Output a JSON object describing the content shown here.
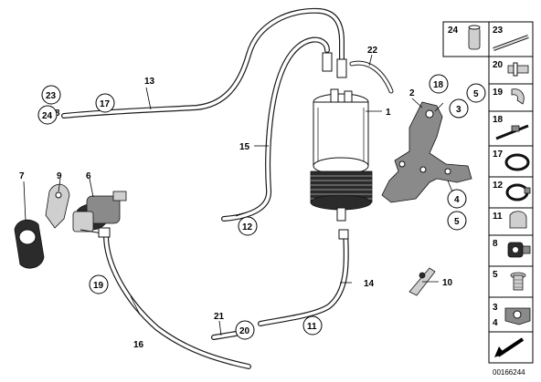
{
  "diagram": {
    "image_id": "00166244",
    "callouts": {
      "c1": "1",
      "c2": "2",
      "c3a": "3",
      "c3b": "5",
      "c4": "4",
      "c5": "5",
      "c6": "6",
      "c7": "7",
      "c8": "8",
      "c9": "9",
      "c10": "10",
      "c11": "11",
      "c12": "12",
      "c13": "13",
      "c15": "15",
      "c16": "16",
      "c17": "17",
      "c18": "18",
      "c19": "19",
      "c20": "20",
      "c21": "21",
      "c22": "22",
      "c23": "23",
      "c24": "24"
    },
    "sidebar": [
      {
        "label": "24",
        "top": "23"
      },
      {
        "label": "20"
      },
      {
        "label": "19"
      },
      {
        "label": "18"
      },
      {
        "label": "17"
      },
      {
        "label": "12"
      },
      {
        "label": "11"
      },
      {
        "label": "8"
      },
      {
        "label": "5"
      },
      {
        "label": "3",
        "sub": "4"
      }
    ],
    "colors": {
      "line": "#000000",
      "background": "#ffffff",
      "part_dark": "#2b2b2b",
      "part_mid": "#8a8a8a"
    }
  }
}
